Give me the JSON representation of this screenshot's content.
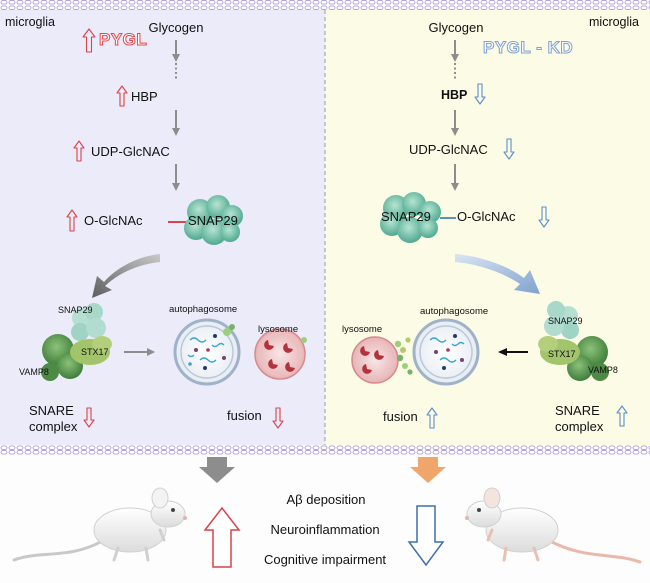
{
  "left_panel": {
    "region_label": "microglia",
    "glycogen": "Glycogen",
    "gene": "PYGL",
    "hbp": "HBP",
    "udp": "UDP-GlcNAC",
    "oglcnac": "O-GlcNAc",
    "snap29_protein": "SNAP29",
    "snap29_small": "SNAP29",
    "stx17": "STX17",
    "vamp8": "VAMP8",
    "autophagosome": "autophagosome",
    "lysosome": "lysosome",
    "snare_line1": "SNARE",
    "snare_line2": "complex",
    "fusion": "fusion"
  },
  "right_panel": {
    "region_label": "microglia",
    "glycogen": "Glycogen",
    "gene": "PYGL - KD",
    "hbp": "HBP",
    "udp": "UDP-GlcNAC",
    "oglcnac": "O-GlcNAc",
    "snap29_protein": "SNAP29",
    "snap29_small": "SNAP29",
    "stx17": "STX17",
    "vamp8": "VAMP8",
    "autophagosome": "autophagosome",
    "lysosome": "lysosome",
    "snare_line1": "SNARE",
    "snare_line2": "complex",
    "fusion": "fusion"
  },
  "outcomes": {
    "line1": "Aβ deposition",
    "line2": "Neuroinflammation",
    "line3": "Cognitive impairment"
  },
  "colors": {
    "left_bg": "#ecebfa",
    "right_bg": "#fbfbe6",
    "up_arrow": "#d9434a",
    "down_arrow": "#5b8fc9",
    "pygl_text": "#e1494f",
    "pygl_kd_text": "#8fb1df",
    "membrane": "#b9a8d8",
    "grey_arrow": "#8d8d8d",
    "orange_arrow": "#f0a56b"
  }
}
